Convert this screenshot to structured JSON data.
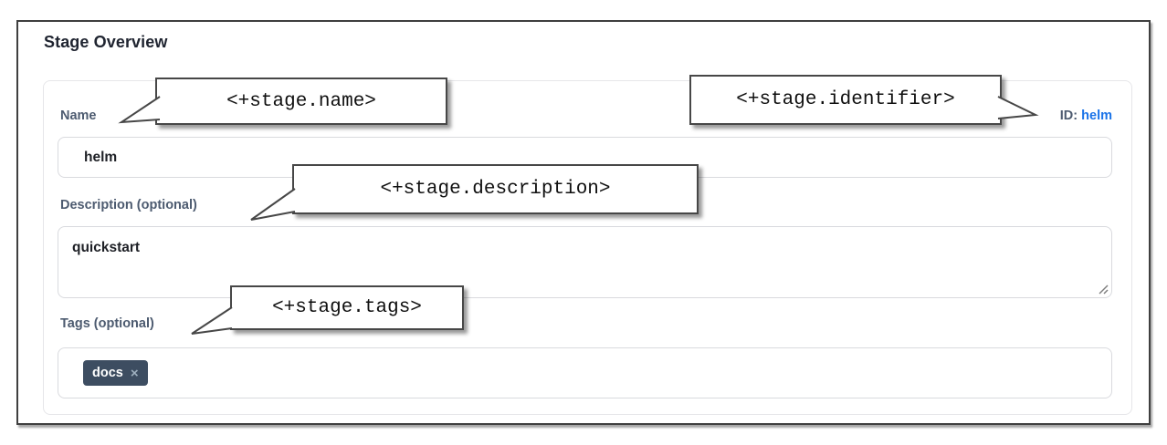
{
  "page": {
    "title": "Stage Overview"
  },
  "form": {
    "name": {
      "label": "Name",
      "value": "helm"
    },
    "identifier": {
      "label": "ID:",
      "value": "helm"
    },
    "description": {
      "label": "Description (optional)",
      "value": "quickstart"
    },
    "tags": {
      "label": "Tags (optional)",
      "chips": [
        {
          "text": "docs",
          "close_icon": "×"
        }
      ]
    }
  },
  "annotations": {
    "name": "<+stage.name>",
    "identifier": "<+stage.identifier>",
    "description": "<+stage.description>",
    "tags": "<+stage.tags>"
  },
  "colors": {
    "link_blue": "#1a73e8",
    "label_slate": "#4d5b70",
    "chip_bg": "#3d4d61",
    "frame_border": "#3f3f3f",
    "input_border": "#d9dade"
  }
}
